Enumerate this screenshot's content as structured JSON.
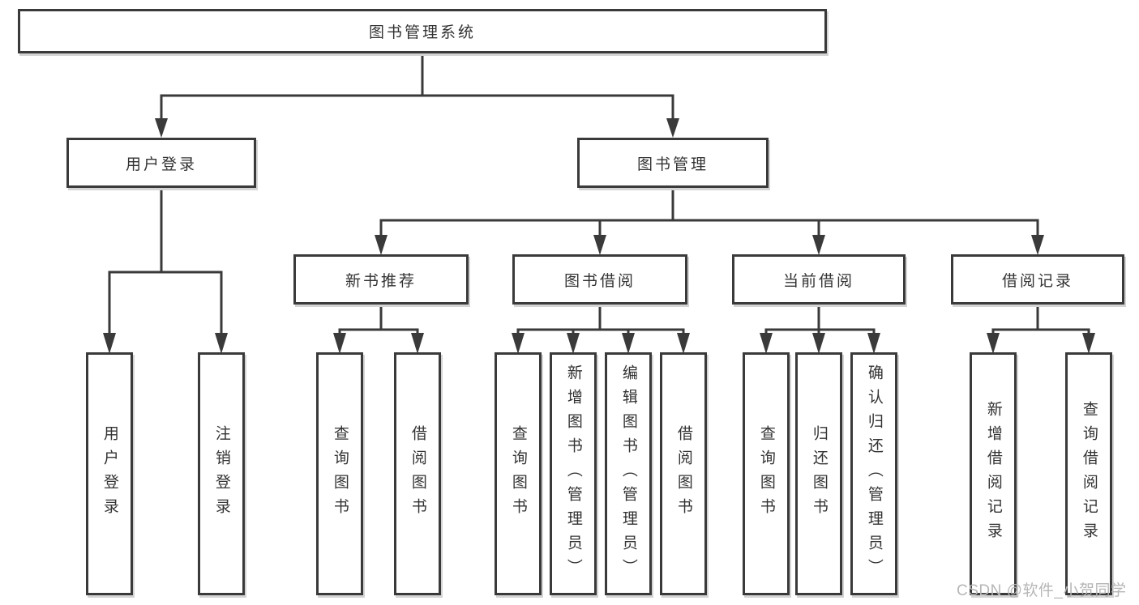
{
  "diagram_title": "图书管理系统",
  "nodes": {
    "root": {
      "label": "图书管理系统"
    },
    "user_login": {
      "label": "用户登录"
    },
    "book_mgmt": {
      "label": "图书管理"
    },
    "new_books": {
      "label": "新书推荐"
    },
    "book_borrow": {
      "label": "图书借阅"
    },
    "current_borrow": {
      "label": "当前借阅"
    },
    "borrow_records": {
      "label": "借阅记录"
    },
    "leaves": [
      {
        "label": "用户登录",
        "parent": "用户登录"
      },
      {
        "label": "注销登录",
        "parent": "用户登录"
      },
      {
        "label": "查询图书",
        "parent": "新书推荐"
      },
      {
        "label": "借阅图书",
        "parent": "新书推荐"
      },
      {
        "label": "查询图书",
        "parent": "图书借阅"
      },
      {
        "label": "新增图书（管理员）",
        "parent": "图书借阅"
      },
      {
        "label": "编辑图书（管理员）",
        "parent": "图书借阅"
      },
      {
        "label": "借阅图书",
        "parent": "图书借阅"
      },
      {
        "label": "查询图书",
        "parent": "当前借阅"
      },
      {
        "label": "归还图书",
        "parent": "当前借阅"
      },
      {
        "label": "确认归还（管理员）",
        "parent": "当前借阅"
      },
      {
        "label": "新增借阅记录",
        "parent": "借阅记录"
      },
      {
        "label": "查询借阅记录",
        "parent": "借阅记录"
      }
    ]
  },
  "watermark": "CSDN @软件_小贺同学",
  "colors": {
    "line": "#3a3a3a",
    "text": "#333333",
    "background": "#ffffff",
    "shadow": "#d4d4d4",
    "watermark": "#b6b6b6"
  }
}
